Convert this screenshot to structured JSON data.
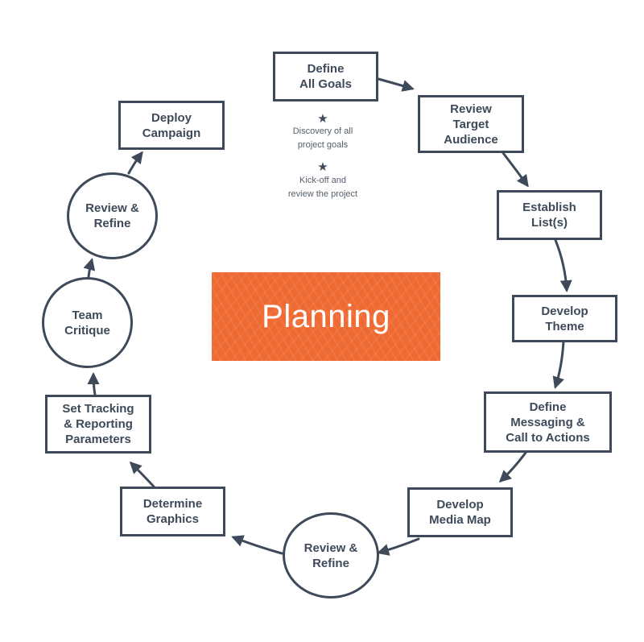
{
  "diagram": {
    "center_title": "Planning",
    "nodes": {
      "define_goals": "Define\nAll Goals",
      "review_audience": "Review\nTarget\nAudience",
      "establish_lists": "Establish\nList(s)",
      "develop_theme": "Develop\nTheme",
      "define_messaging": "Define\nMessaging &\nCall to Actions",
      "develop_media_map": "Develop\nMedia Map",
      "review_refine_bottom": "Review &\nRefine",
      "determine_graphics": "Determine\nGraphics",
      "set_tracking": "Set Tracking\n& Reporting\nParameters",
      "team_critique": "Team\nCritique",
      "review_refine_left": "Review &\nRefine",
      "deploy_campaign": "Deploy\nCampaign"
    },
    "notes": [
      {
        "star": "★",
        "text": "Discovery of all\nproject goals"
      },
      {
        "star": "★",
        "text": "Kick-off and\nreview the project"
      }
    ],
    "colors": {
      "stroke": "#3e4a59",
      "accent": "#ef6a32",
      "text": "#3e4a59"
    }
  }
}
